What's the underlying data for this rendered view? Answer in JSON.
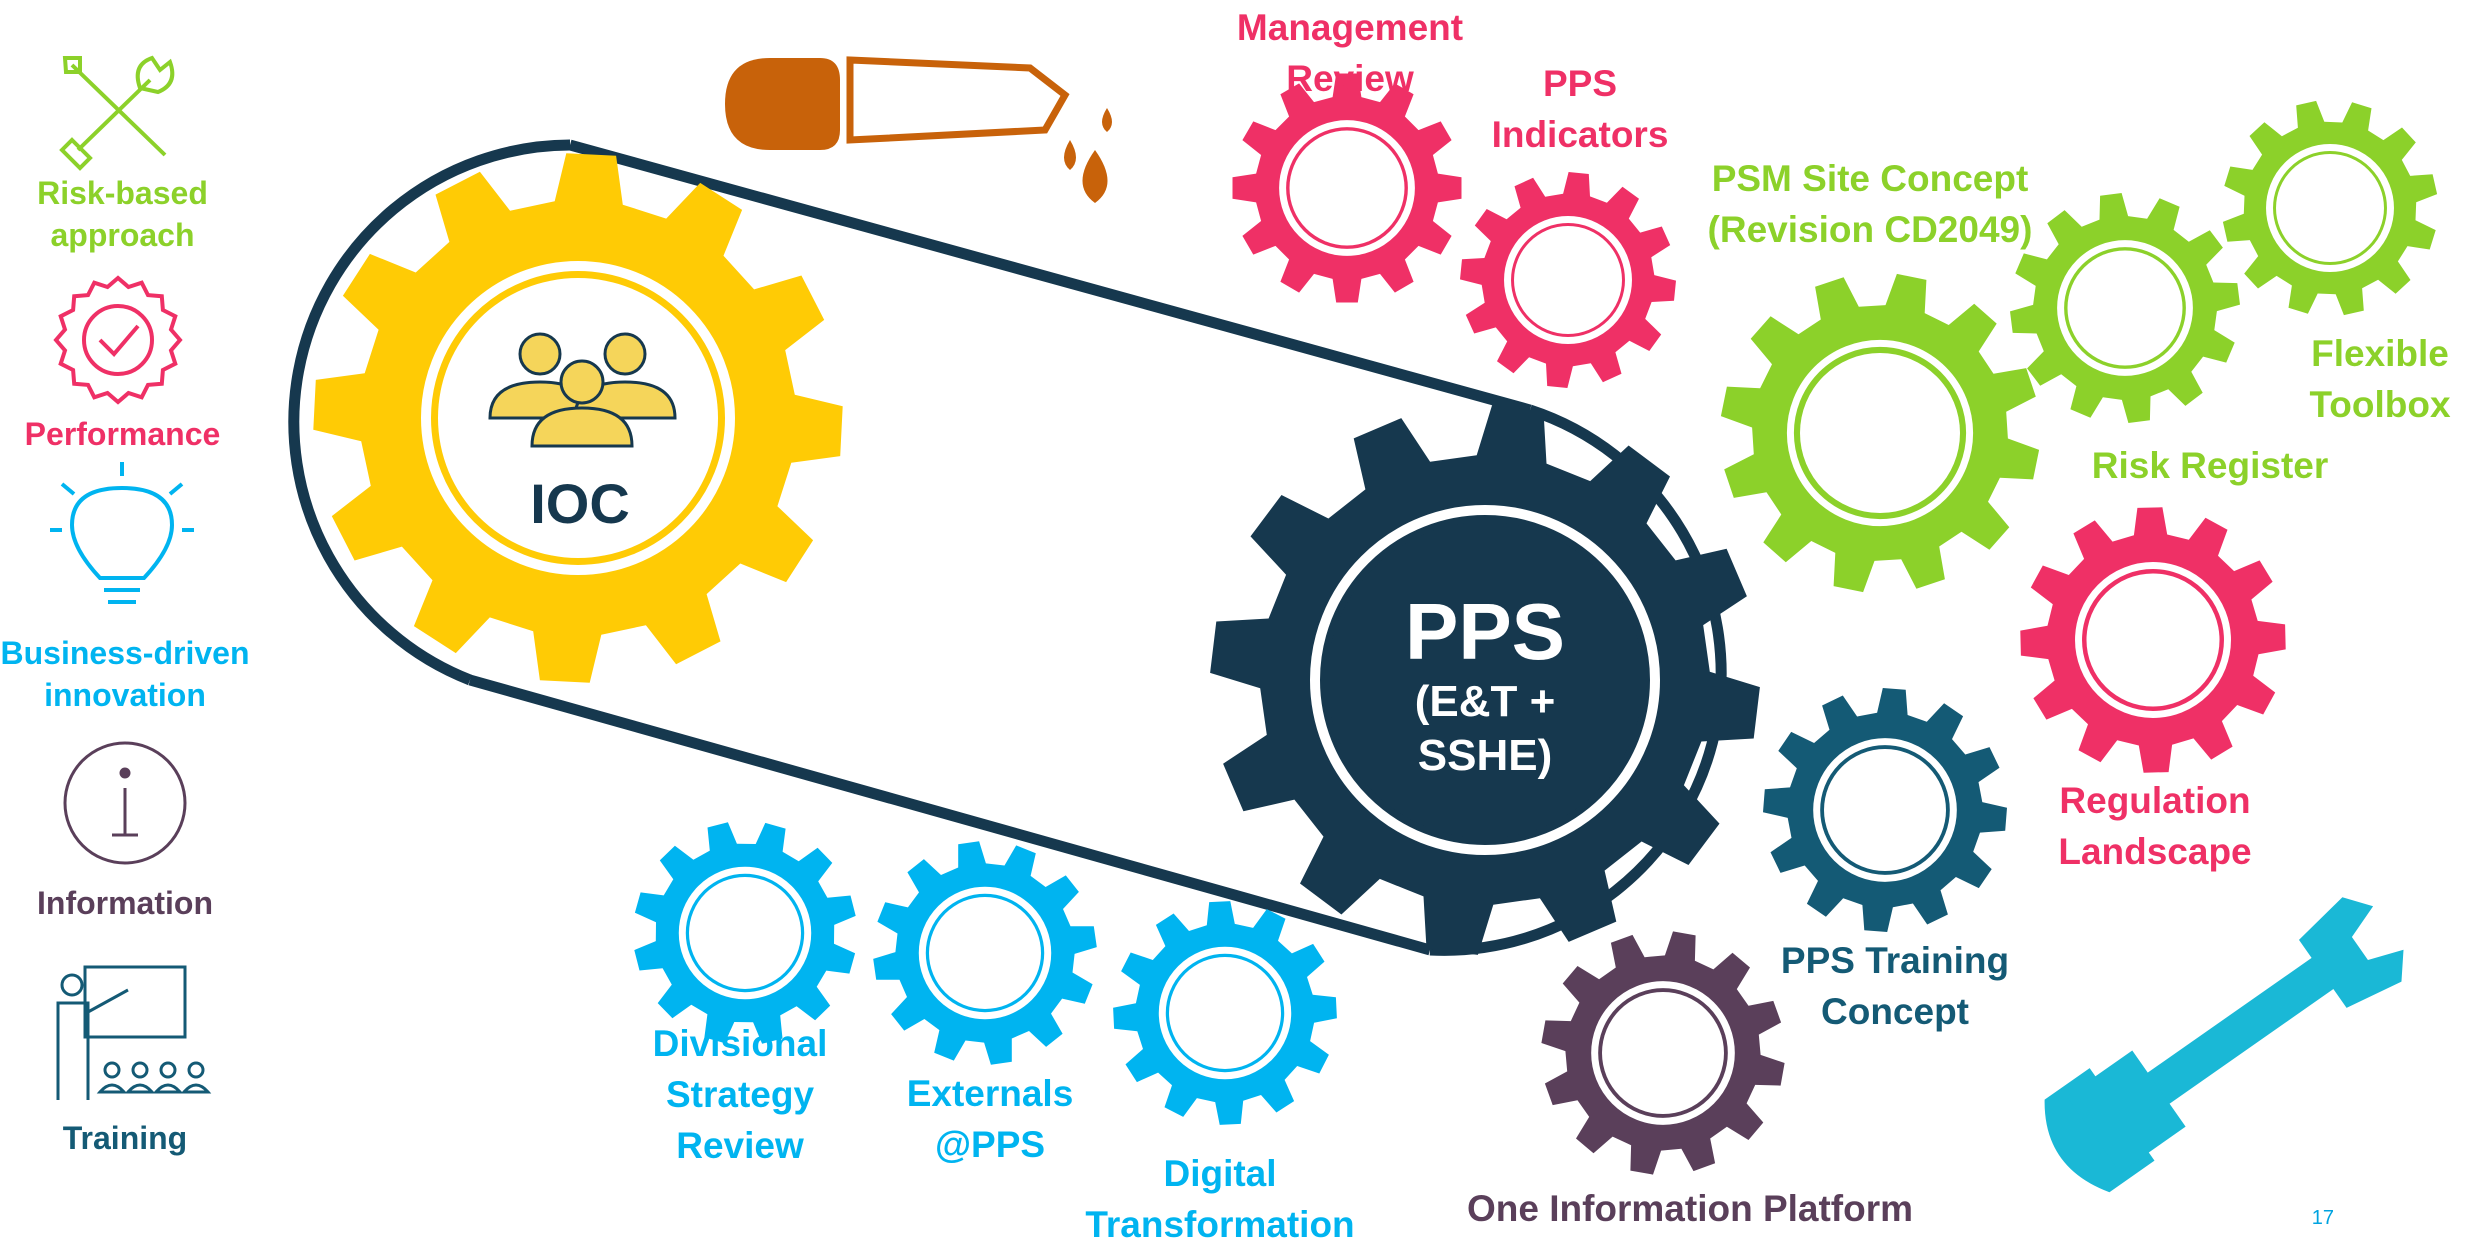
{
  "colors": {
    "green": "#8cd12a",
    "pink": "#ef3066",
    "cyan": "#00b4f0",
    "purple": "#5a3f5a",
    "navy": "#16384e",
    "teal": "#145a75",
    "yellow": "#ffcb05",
    "orange": "#c8620a",
    "wrench": "#1ab8d6",
    "white": "#ffffff"
  },
  "sidebar": [
    {
      "label": "Risk-based\napproach",
      "icon": "tools-icon",
      "color": "#8cd12a"
    },
    {
      "label": "Performance",
      "icon": "badge-check-icon",
      "color": "#ef3066"
    },
    {
      "label": "Business-driven\ninnovation",
      "icon": "lightbulb-icon",
      "color": "#00b4f0"
    },
    {
      "label": "Information",
      "icon": "info-icon",
      "color": "#5a3f5a"
    },
    {
      "label": "Training",
      "icon": "presentation-icon",
      "color": "#145a75"
    }
  ],
  "center": {
    "ioc_label": "IOC",
    "pps_title": "PPS",
    "pps_sub": "(E&T +\nSSHE)"
  },
  "gears": [
    {
      "label": "Management\nReview",
      "color": "#ef3066"
    },
    {
      "label": "PPS\nIndicators",
      "color": "#ef3066"
    },
    {
      "label": "PSM Site Concept\n(Revision CD2049)",
      "color": "#8cd12a"
    },
    {
      "label": "Flexible\nToolbox",
      "color": "#8cd12a"
    },
    {
      "label": "Risk Register",
      "color": "#8cd12a"
    },
    {
      "label": "Regulation\nLandscape",
      "color": "#ef3066"
    },
    {
      "label": "PPS Training\nConcept",
      "color": "#145a75"
    },
    {
      "label": "One Information Platform",
      "color": "#5a3f5a"
    },
    {
      "label": "Divisional\nStrategy\nReview",
      "color": "#00b4f0"
    },
    {
      "label": "Externals\n@PPS",
      "color": "#00b4f0"
    },
    {
      "label": "Digital\nTransformation",
      "color": "#00b4f0"
    }
  ],
  "decorations": [
    "pipette-icon",
    "wrench-icon"
  ],
  "page_number": "17"
}
